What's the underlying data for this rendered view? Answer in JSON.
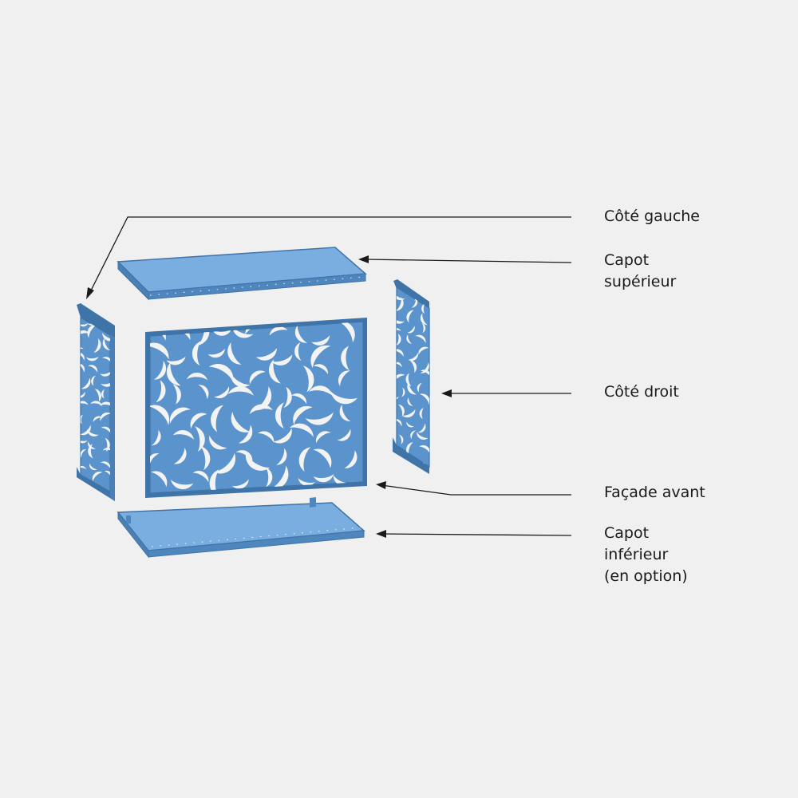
{
  "colors": {
    "background": "#f0f0f0",
    "panel_face": "#5b93cc",
    "panel_top": "#7aaee0",
    "panel_edge": "#3f74a8",
    "cutout": "#f3f3f3",
    "leader": "#1a1a1a"
  },
  "labels": {
    "left_side": [
      "Côté gauche"
    ],
    "top_cover": [
      "Capot",
      "supérieur"
    ],
    "right_side": [
      "Côté droit"
    ],
    "front": [
      "Façade avant"
    ],
    "bottom_cover": [
      "Capot",
      "inférieur",
      "(en option)"
    ]
  }
}
